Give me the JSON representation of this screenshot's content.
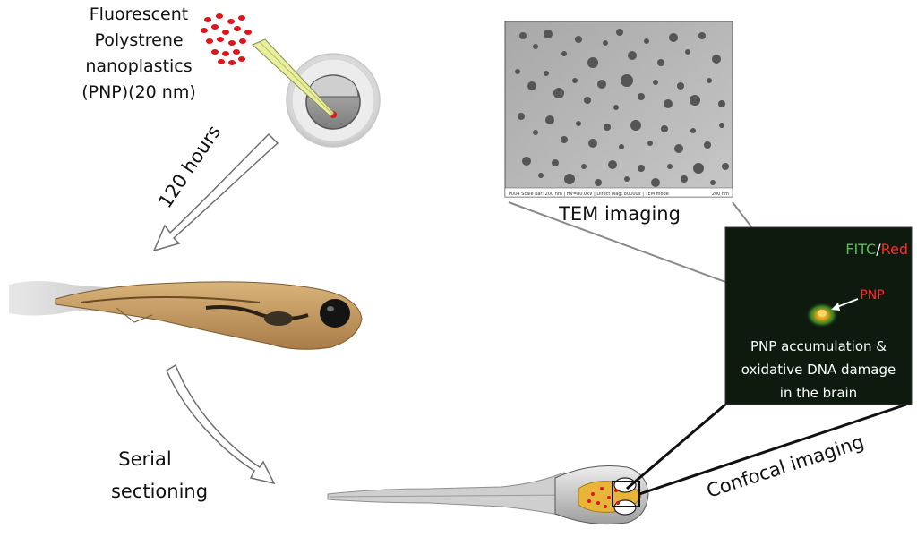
{
  "injection": {
    "label_lines": [
      "Fluorescent",
      "Polystrene",
      "nanoplastics",
      "(PNP)(20 nm)"
    ],
    "particle_color": "#e0141b"
  },
  "steps": {
    "incubation": "120 hours",
    "sectioning_lines": [
      "Serial",
      "sectioning"
    ],
    "confocal": "Confocal imaging"
  },
  "tem": {
    "caption": "TEM imaging",
    "footer_text": "P004 Scale bar: 200 nm | HV=80.0kV | Direct Mag: 80000x | TEM mode",
    "scale_text": "200 nm"
  },
  "confocal_panel": {
    "legend_green": "FITC",
    "legend_slash": "/",
    "legend_red": "Red",
    "pointer_label": "PNP",
    "description_lines": [
      "PNP accumulation &",
      "oxidative DNA damage",
      "in the brain"
    ],
    "colors": {
      "green": "#4fc24f",
      "red": "#ff2a2a",
      "background": "#0e1a0e"
    }
  }
}
